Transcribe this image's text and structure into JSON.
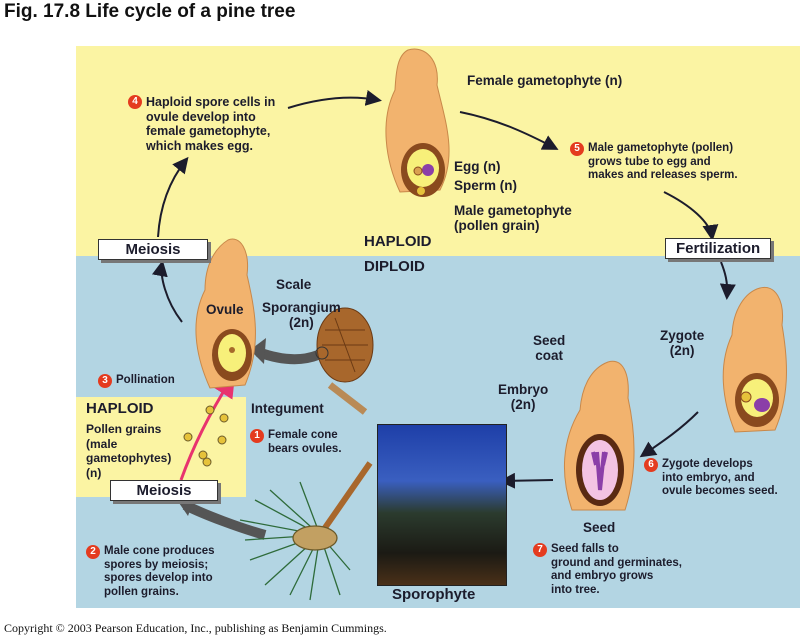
{
  "figure": {
    "title": "Fig. 17.8  Life cycle of a pine tree",
    "copyright": "Copyright © 2003 Pearson Education, Inc., publishing as Benjamin Cummings."
  },
  "zones": {
    "haploid_label": "HAPLOID",
    "diploid_label": "DIPLOID",
    "inset_haploid_label": "HAPLOID"
  },
  "process_boxes": {
    "meiosis_upper": "Meiosis",
    "meiosis_lower": "Meiosis",
    "fertilization": "Fertilization"
  },
  "steps": [
    {
      "number": "1",
      "lines": [
        "Female cone",
        "bears ovules."
      ]
    },
    {
      "number": "2",
      "lines": [
        "Male cone produces",
        "spores by meiosis;",
        "spores develop into",
        "pollen grains."
      ]
    },
    {
      "number": "3",
      "lines": [
        "Pollination"
      ]
    },
    {
      "number": "4",
      "lines": [
        "Haploid spore cells in",
        "ovule develop into",
        "female gametophyte,",
        "which makes egg."
      ]
    },
    {
      "number": "5",
      "lines": [
        "Male gametophyte (pollen)",
        "grows tube to egg and",
        "makes and releases sperm."
      ]
    },
    {
      "number": "6",
      "lines": [
        "Zygote develops",
        "into embryo, and",
        "ovule becomes seed."
      ]
    },
    {
      "number": "7",
      "lines": [
        "Seed falls to",
        "ground and germinates,",
        "and embryo grows",
        "into tree."
      ]
    }
  ],
  "structure_labels": {
    "female_gametophyte": "Female gametophyte (n)",
    "egg": "Egg (n)",
    "sperm": "Sperm (n)",
    "male_gametophyte_1": "Male gametophyte",
    "male_gametophyte_2": "(pollen grain)",
    "scale": "Scale",
    "ovule": "Ovule",
    "sporangium_1": "Sporangium",
    "sporangium_2": "(2n)",
    "integument": "Integument",
    "pollen_grains": [
      "Pollen grains",
      "(male",
      "gametophytes)",
      "(n)"
    ],
    "zygote_1": "Zygote",
    "zygote_2": "(2n)",
    "seed_coat_1": "Seed",
    "seed_coat_2": "coat",
    "embryo_1": "Embryo",
    "embryo_2": "(2n)",
    "seed": "Seed",
    "sporophyte": "Sporophyte"
  },
  "colors": {
    "haploid_bg": "#fbf4a3",
    "diploid_bg": "#b3d5e3",
    "step_badge": "#e43b1f",
    "scale_tan": "#f2b36e",
    "integument_brown": "#8a4a1e",
    "gametophyte_yellow": "#f7f07a",
    "egg_purple": "#8b3fa8",
    "pollen_arrow": "#e8336e"
  }
}
